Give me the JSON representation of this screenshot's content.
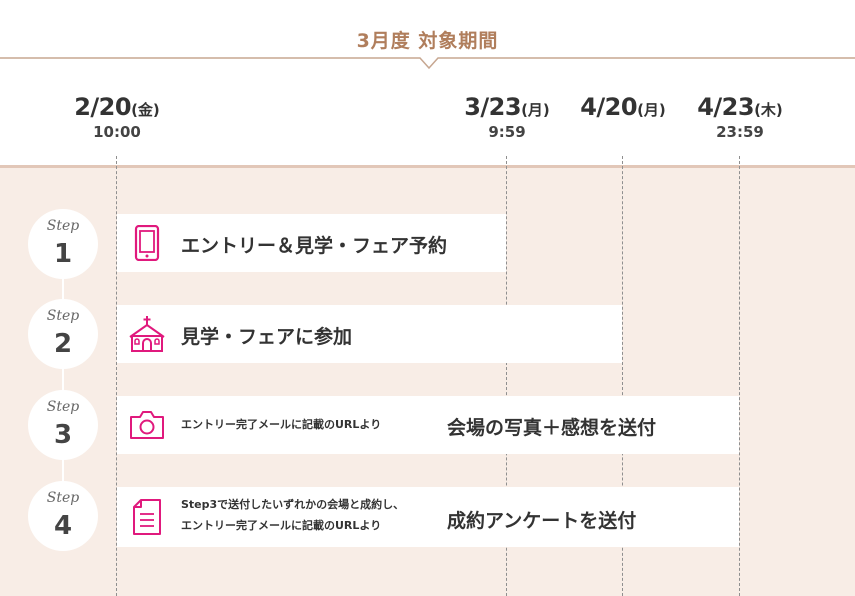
{
  "header": {
    "period_label": "3月度 対象期間"
  },
  "dates": [
    {
      "date": "2/20",
      "dow": "(金)",
      "time": "10:00"
    },
    {
      "date": "3/23",
      "dow": "(月)",
      "time": "9:59"
    },
    {
      "date": "4/20",
      "dow": "(月)",
      "time": ""
    },
    {
      "date": "4/23",
      "dow": "(木)",
      "time": "23:59"
    }
  ],
  "steps": [
    {
      "word": "Step",
      "num": "1",
      "icon": "smartphone-icon",
      "text": "エントリー＆見学・フェア予約"
    },
    {
      "word": "Step",
      "num": "2",
      "icon": "chapel-icon",
      "text": "見学・フェアに参加"
    },
    {
      "word": "Step",
      "num": "3",
      "icon": "camera-icon",
      "note": "エントリー完了メールに記載のURLより",
      "text": "会場の写真＋感想を送付"
    },
    {
      "word": "Step",
      "num": "4",
      "icon": "document-icon",
      "note1": "Step3で送付したいずれかの会場と成約し、",
      "note2": "エントリー完了メールに記載のURLより",
      "text": "成約アンケートを送付"
    }
  ],
  "colors": {
    "accent": "#b07e5c",
    "icon": "#e0197d",
    "band": "#f8ede6"
  }
}
